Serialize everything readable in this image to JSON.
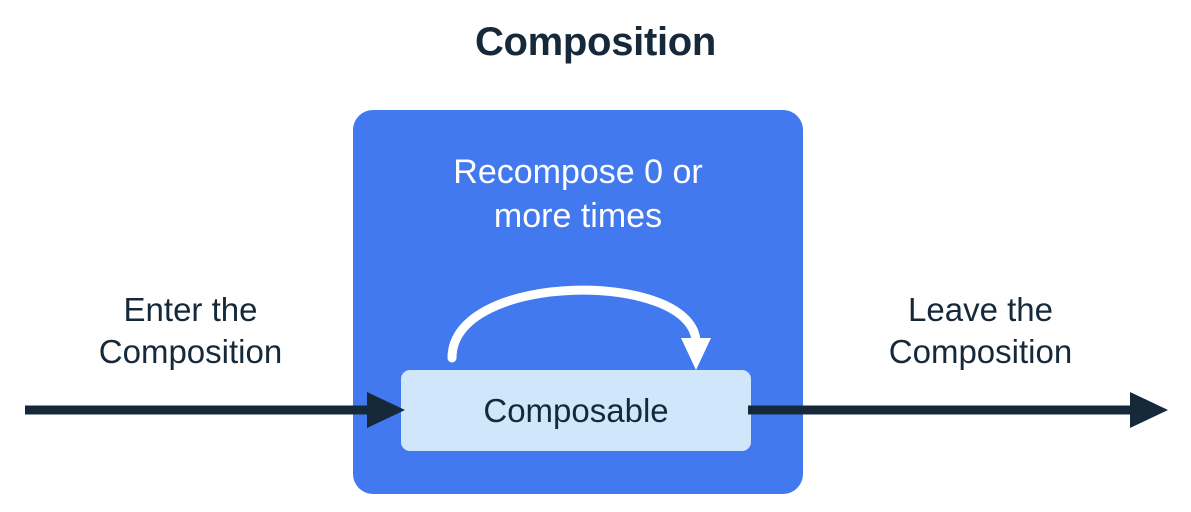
{
  "diagram": {
    "title": "Composition",
    "colors": {
      "background": "#ffffff",
      "composition_fill": "#4279ee",
      "composable_fill": "#cfe6fb",
      "text_dark": "#16293a",
      "text_light": "#ffffff",
      "arrow_dark": "#16293a",
      "loop_arrow": "#ffffff"
    },
    "composition_region": {
      "name": "Composition",
      "recompose_caption": "Recompose 0 or\nmore times",
      "loop_arrow_label": "recompose-loop"
    },
    "node": {
      "label": "Composable"
    },
    "flow": {
      "enter_label": "Enter the\nComposition",
      "leave_label": "Leave the\nComposition"
    }
  }
}
